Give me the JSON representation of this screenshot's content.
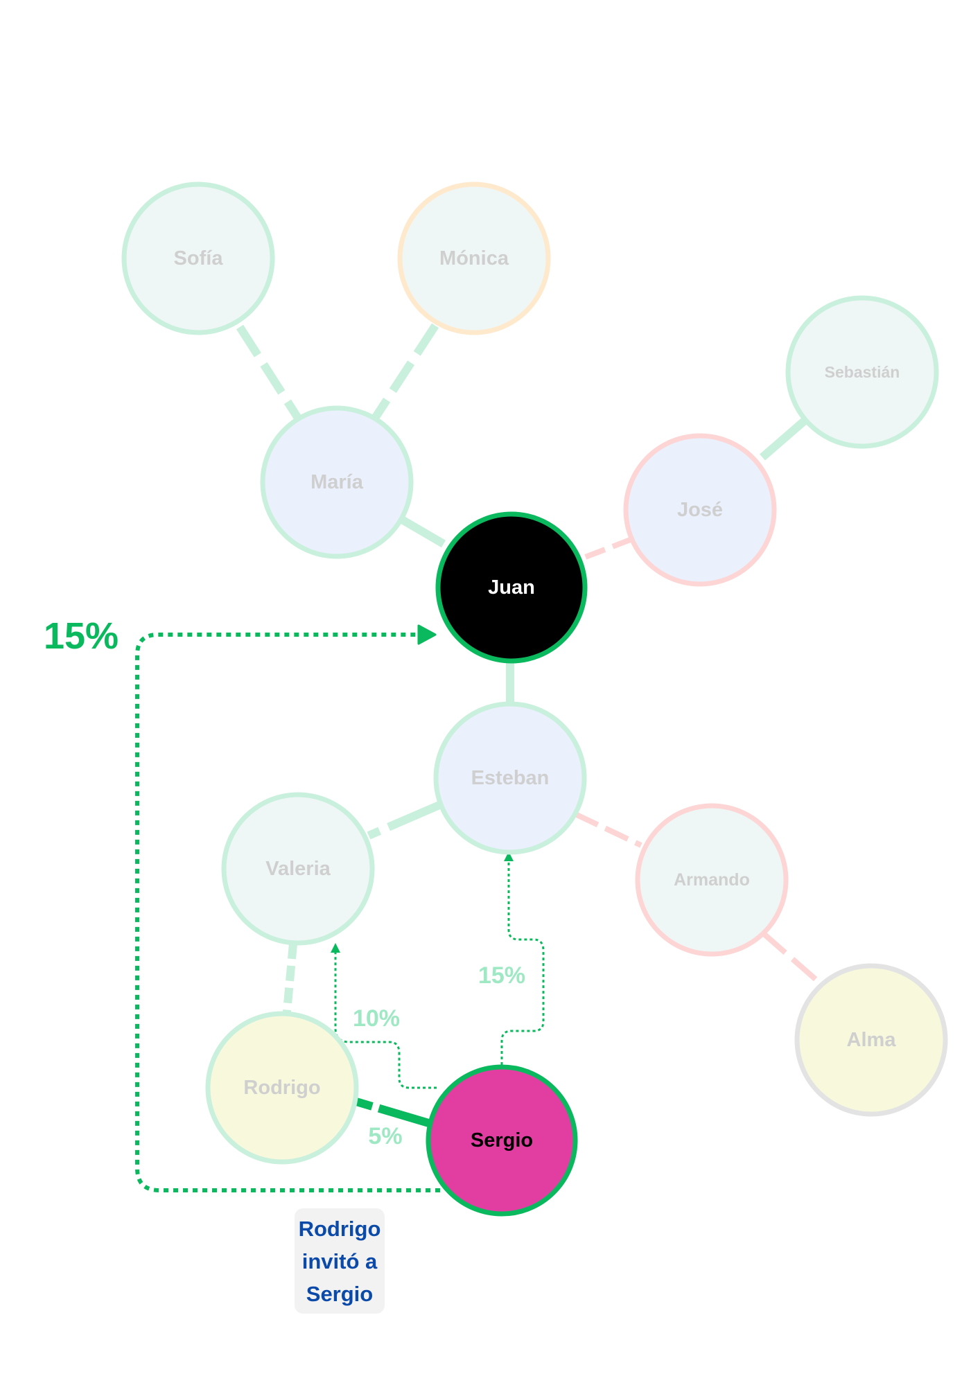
{
  "colors": {
    "green_strong": "#0ab85e",
    "green_light": "#c8f0dc",
    "green_text_light": "#9ee8c4",
    "red_light": "#fdd5d5",
    "orange_light": "#ffe9cc",
    "gray_light": "#e3e3e3",
    "fill_blue": "#eaf0fc",
    "fill_teal": "#eef7f6",
    "fill_yellow": "#f7f8dc",
    "fill_black": "#000000",
    "fill_magenta": "#e23ea2",
    "label_faded": "#cfcfcf",
    "note_text": "#0b4aa8",
    "note_bg": "#f2f2f2"
  },
  "nodes": {
    "sofia": {
      "label": "Sofía"
    },
    "monica": {
      "label": "Mónica"
    },
    "maria": {
      "label": "María"
    },
    "sebastian": {
      "label": "Sebastián"
    },
    "jose": {
      "label": "José"
    },
    "juan": {
      "label": "Juan"
    },
    "esteban": {
      "label": "Esteban"
    },
    "valeria": {
      "label": "Valeria"
    },
    "armando": {
      "label": "Armando"
    },
    "rodrigo": {
      "label": "Rodrigo"
    },
    "sergio": {
      "label": "Sergio"
    },
    "alma": {
      "label": "Alma"
    }
  },
  "flows": {
    "sergio_to_juan": "15%",
    "sergio_to_esteban": "15%",
    "sergio_to_valeria": "10%",
    "sergio_to_rodrigo": "5%"
  },
  "note": {
    "line1": "Rodrigo",
    "line2": "invitó a",
    "line3": "Sergio"
  }
}
